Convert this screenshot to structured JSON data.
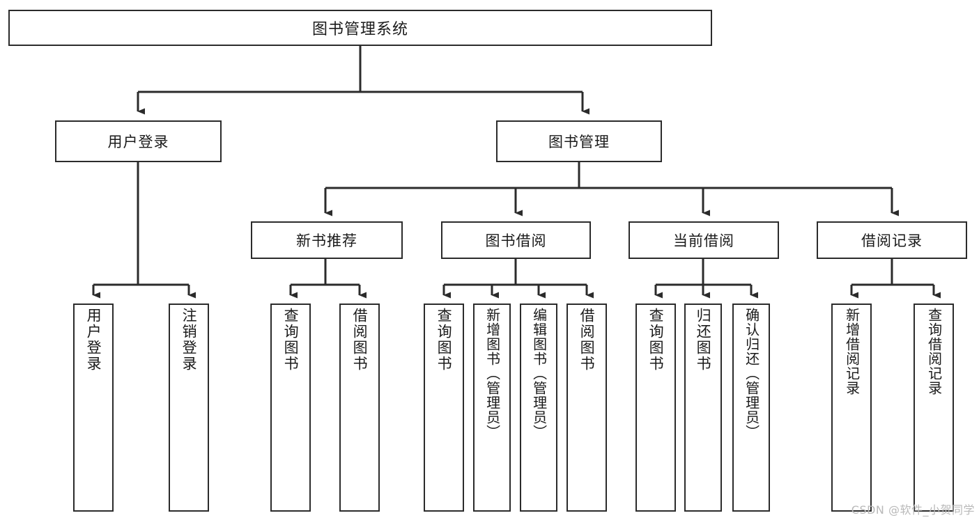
{
  "diagram": {
    "type": "tree",
    "title": "图书管理系统",
    "root": {
      "label": "图书管理系统"
    },
    "level2": [
      {
        "label": "用户登录"
      },
      {
        "label": "图书管理"
      }
    ],
    "level3": [
      {
        "label": "新书推荐"
      },
      {
        "label": "图书借阅"
      },
      {
        "label": "当前借阅"
      },
      {
        "label": "借阅记录"
      }
    ],
    "leaves_user_login": [
      {
        "label": "用户登录"
      },
      {
        "label": "注销登录"
      }
    ],
    "leaves_new_book": [
      {
        "label": "查询图书"
      },
      {
        "label": "借阅图书"
      }
    ],
    "leaves_borrow": [
      {
        "label": "查询图书"
      },
      {
        "label": "新增图书（管理员）"
      },
      {
        "label": "编辑图书（管理员）"
      },
      {
        "label": "借阅图书"
      }
    ],
    "leaves_current": [
      {
        "label": "查询图书"
      },
      {
        "label": "归还图书"
      },
      {
        "label": "确认归还（管理员）"
      }
    ],
    "leaves_record": [
      {
        "label": "新增借阅记录"
      },
      {
        "label": "查询借阅记录"
      }
    ]
  },
  "watermark": {
    "text": "CSDN @软件_小贺同学"
  },
  "colors": {
    "border": "#2b2b2b",
    "text": "#1a1a1a",
    "background": "#ffffff",
    "watermark": "#b9b9b9"
  }
}
